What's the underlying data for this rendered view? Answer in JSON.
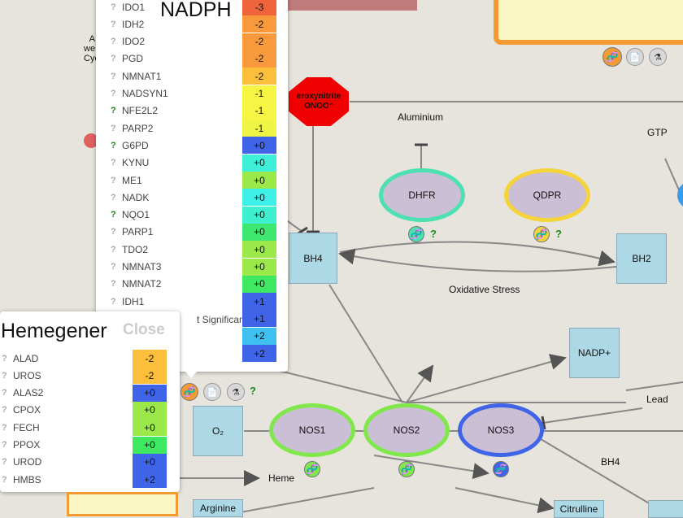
{
  "colors": {
    "background": "#e7e4dd",
    "node_fill": "#add8e6",
    "protein_fill": "#cbbfd6",
    "dhfr_ring": "#4de0b0",
    "qdpr_ring": "#f5d33a",
    "nos_ring": "#80e84a",
    "nos3_ring": "#3f64e8",
    "peroxynitrite": "#f00000",
    "known_marker": "#1b8a1b"
  },
  "diagram": {
    "peroxynitrite_label": "eroxynitrite",
    "peroxynitrite_formula": "ONOO⁻",
    "aluminium_label": "Aluminium",
    "gtp_label": "GTP",
    "oxidative_stress_label": "Oxidative Stress",
    "lead_label": "Lead",
    "heme_label": "Heme",
    "bh4_free_label": "BH4",
    "left_fragment_lines": [
      "A",
      "we",
      "Cyc"
    ],
    "nodes": {
      "bh4": "BH4",
      "bh2": "BH2",
      "nadp": "NADP+",
      "o2": "O₂",
      "arginine": "Arginine",
      "citrulline": "Citrulline"
    },
    "proteins": {
      "dhfr": "DHFR",
      "qdpr": "QDPR",
      "nos1": "NOS1",
      "nos2": "NOS2",
      "nos3": "NOS3"
    },
    "question_mark": "?",
    "dna_glyph": "🧬",
    "doc_glyph": "📄",
    "flask_glyph": "⚗"
  },
  "nadph_panel": {
    "title": "NADPH",
    "legend_fragment": "t Significant)",
    "genes": [
      {
        "name": "IDO1",
        "known": false,
        "value": "-3",
        "color": "#f0643c"
      },
      {
        "name": "IDH2",
        "known": false,
        "value": "-2",
        "color": "#f89a3c"
      },
      {
        "name": "IDO2",
        "known": false,
        "value": "-2",
        "color": "#f89a3c"
      },
      {
        "name": "PGD",
        "known": false,
        "value": "-2",
        "color": "#f89a3c"
      },
      {
        "name": "NMNAT1",
        "known": false,
        "value": "-2",
        "color": "#fbbf3c"
      },
      {
        "name": "NADSYN1",
        "known": false,
        "value": "-1",
        "color": "#f6f543"
      },
      {
        "name": "NFE2L2",
        "known": true,
        "value": "-1",
        "color": "#f6f543"
      },
      {
        "name": "PARP2",
        "known": false,
        "value": "-1",
        "color": "#f0f444"
      },
      {
        "name": "G6PD",
        "known": true,
        "value": "+0",
        "color": "#3f64e8"
      },
      {
        "name": "KYNU",
        "known": false,
        "value": "+0",
        "color": "#3ef0d8"
      },
      {
        "name": "ME1",
        "known": false,
        "value": "+0",
        "color": "#9ae84a"
      },
      {
        "name": "NADK",
        "known": false,
        "value": "+0",
        "color": "#3ef0e8"
      },
      {
        "name": "NQO1",
        "known": true,
        "value": "+0",
        "color": "#3ef0d0"
      },
      {
        "name": "PARP1",
        "known": false,
        "value": "+0",
        "color": "#3ee870"
      },
      {
        "name": "TDO2",
        "known": false,
        "value": "+0",
        "color": "#9ae84a"
      },
      {
        "name": "NMNAT3",
        "known": false,
        "value": "+0",
        "color": "#9ae84a"
      },
      {
        "name": "NMNAT2",
        "known": false,
        "value": "+0",
        "color": "#3ee860"
      },
      {
        "name": "IDH1",
        "known": false,
        "value": "+1",
        "color": "#3f64e8"
      },
      {
        "name": "",
        "known": false,
        "value": "+1",
        "color": "#3f64e8"
      },
      {
        "name": "",
        "known": false,
        "value": "+2",
        "color": "#3ec0f0"
      },
      {
        "name": "",
        "known": false,
        "value": "+2",
        "color": "#3f64e8"
      }
    ]
  },
  "heme_panel": {
    "title": "Hemegener",
    "close_label": "Close",
    "genes": [
      {
        "name": "ALAD",
        "value": "-2",
        "color": "#fbbf3c"
      },
      {
        "name": "UROS",
        "value": "-2",
        "color": "#fbbf3c"
      },
      {
        "name": "ALAS2",
        "value": "+0",
        "color": "#3f64e8"
      },
      {
        "name": "CPOX",
        "value": "+0",
        "color": "#9ae84a"
      },
      {
        "name": "FECH",
        "value": "+0",
        "color": "#9ae84a"
      },
      {
        "name": "PPOX",
        "value": "+0",
        "color": "#3ee860"
      },
      {
        "name": "UROD",
        "value": "+0",
        "color": "#3f64e8"
      },
      {
        "name": "HMBS",
        "value": "+2",
        "color": "#3f64e8"
      }
    ]
  }
}
